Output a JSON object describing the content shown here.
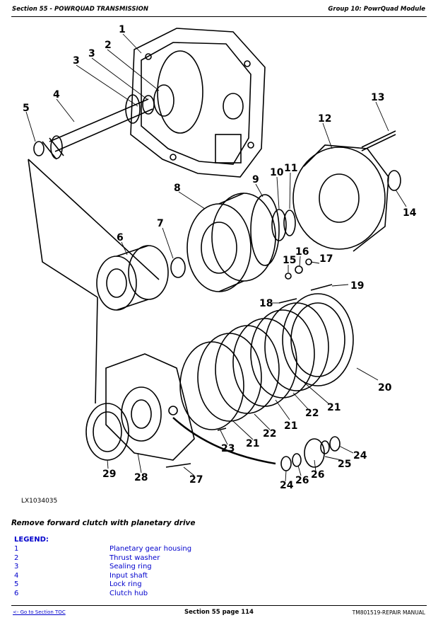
{
  "header": {
    "left": "Section 55 - POWRQUAD TRANSMISSION",
    "right": "Group 10: PowrQuad Module"
  },
  "figure": {
    "id": "LX1034035",
    "callouts": [
      "1",
      "2",
      "3",
      "4",
      "5",
      "6",
      "7",
      "8",
      "9",
      "10",
      "11",
      "12",
      "13",
      "14",
      "15",
      "16",
      "17",
      "18",
      "19",
      "20",
      "21",
      "21",
      "21",
      "22",
      "22",
      "23",
      "24",
      "24",
      "25",
      "26",
      "26",
      "27",
      "28",
      "29"
    ]
  },
  "caption": "Remove forward clutch with planetary drive",
  "legend": {
    "title": "LEGEND:",
    "items": [
      {
        "num": "1",
        "label": "Planetary gear housing"
      },
      {
        "num": "2",
        "label": "Thrust washer"
      },
      {
        "num": "3",
        "label": "Sealing ring"
      },
      {
        "num": "4",
        "label": "Input shaft"
      },
      {
        "num": "5",
        "label": "Lock ring"
      },
      {
        "num": "6",
        "label": "Clutch hub"
      }
    ]
  },
  "footer": {
    "link": "<- Go to Section TOC",
    "center": "Section 55 page 114",
    "right": "TM801519-REPAIR MANUAL"
  }
}
